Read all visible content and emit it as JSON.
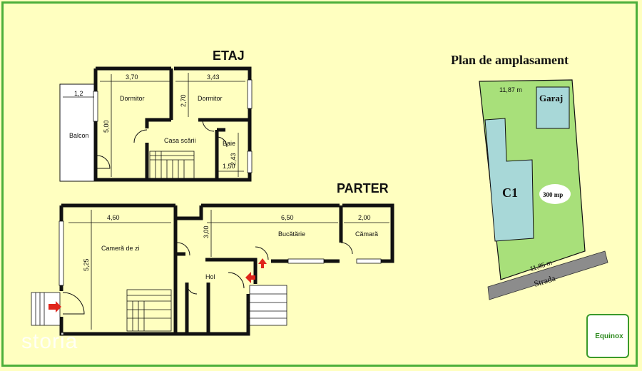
{
  "floors": {
    "etaj": {
      "title": "ETAJ",
      "rooms": {
        "balcon": "Balcon",
        "dormitor1": "Dormitor",
        "dormitor2": "Dormitor",
        "casa_scarii": "Casa scării",
        "baie": "Baie"
      },
      "dims": {
        "balcon_w": "1,2",
        "dormitor1_w": "3,70",
        "dormitor1_h": "5,00",
        "dormitor2_w": "3,43",
        "dormitor2_h": "2,70",
        "baie_h": "2,43",
        "baie_w": "1,50"
      }
    },
    "parter": {
      "title": "PARTER",
      "rooms": {
        "camera": "Cameră de zi",
        "bucatarie": "Bucătărie",
        "camara": "Cămară",
        "hol": "Hol"
      },
      "dims": {
        "camera_w": "4,60",
        "camera_h": "5,25",
        "bucatarie_w": "6,50",
        "bucatarie_h": "3,00",
        "camara_w": "2,00"
      }
    }
  },
  "site_plan": {
    "title": "Plan de amplasament",
    "top_width": "11,87 m",
    "bottom_width": "11,85 m",
    "garage": "Garaj",
    "building": "C1",
    "area": "300 mp",
    "street": "Strada",
    "colors": {
      "lot": "#a8e07a",
      "building": "#a8d8d8"
    }
  },
  "branding": {
    "logo": "Equinox",
    "watermark": "storia"
  },
  "colors": {
    "background": "#ffffc0",
    "frame": "#4caf3a",
    "arrow": "#e0241b"
  }
}
